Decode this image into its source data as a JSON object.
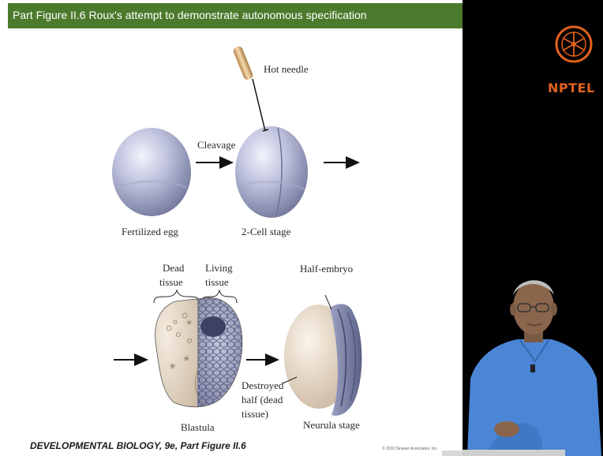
{
  "slide": {
    "title": "Part Figure II.6  Roux's attempt to demonstrate autonomous specification",
    "footer_italic": "DEVELOPMENTAL BIOLOGY",
    "footer_rest": ", 9e, Part Figure II.6",
    "credit": "© 2010 Sinauer Associates, Inc."
  },
  "figure": {
    "hot_needle": "Hot needle",
    "cleavage": "Cleavage",
    "fertilized_egg": "Fertilized egg",
    "two_cell_stage": "2-Cell stage",
    "dead_tissue_1": "Dead",
    "dead_tissue_2": "tissue",
    "living_tissue_1": "Living",
    "living_tissue_2": "tissue",
    "half_embryo": "Half-embryo",
    "destroyed_1": "Destroyed",
    "destroyed_2": "half (dead",
    "destroyed_3": "tissue)",
    "blastula": "Blastula",
    "neurula_stage": "Neurula stage"
  },
  "branding": {
    "logo_text": "NPTEL"
  },
  "colors": {
    "title_bar": "#4b7a2c",
    "logo_orange": "#e0611e",
    "shirt_blue": "#4b86d6"
  }
}
